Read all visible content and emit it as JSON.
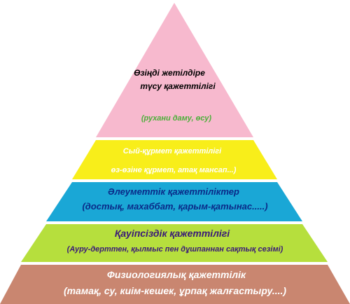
{
  "levels": [
    {
      "title_line1": "Өзіңді жетілдіре",
      "title_line2": "түсу қажеттілігі",
      "subtitle": "(рухани даму, өсу)",
      "fill": "#f7b9ce",
      "title_color": "#000000",
      "subtitle_color": "#4caf3a"
    },
    {
      "title": "Сый-құрмет қажеттілігі",
      "subtitle": "өз-өзіне құрмет, атақ  мансап...)",
      "fill": "#f8ee1a",
      "title_color": "#ffffff",
      "subtitle_color": "#ffffff"
    },
    {
      "title": "Әлеуметтік қажеттіліктер",
      "subtitle": "(достық, махаббат, қарым-қатынас.....)",
      "fill": "#1aa7d6",
      "title_color": "#0a2a88",
      "subtitle_color": "#0a2a88"
    },
    {
      "title": "Қауіпсіздік қажеттілігі",
      "subtitle": "(Ауру-дерттен, қылмыс пен дұшпаннан сақтық сезімі)",
      "fill": "#b6df3d",
      "title_color": "#3a1a78",
      "subtitle_color": "#3a1a78"
    },
    {
      "title": "Физиологиялық қажеттілік",
      "subtitle": "(тамақ, су, киім-кешек, ұрпақ жалғастыру....)",
      "fill": "#c98670",
      "title_color": "#ffffff",
      "subtitle_color": "#ffffff"
    }
  ]
}
